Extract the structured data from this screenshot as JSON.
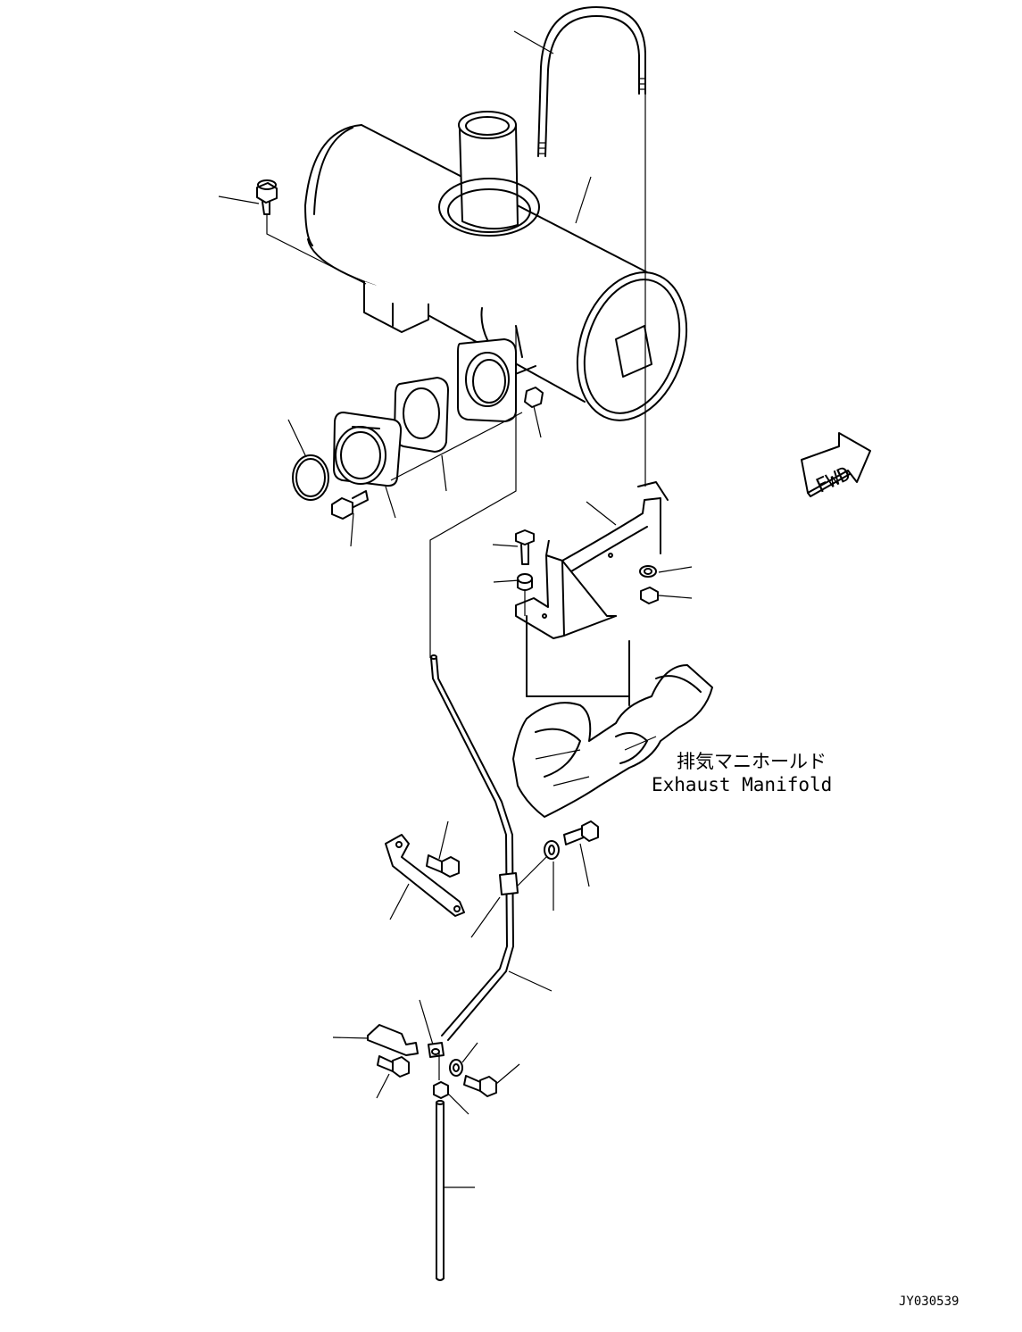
{
  "labels": {
    "manifold_jp": "排気マニホールド",
    "manifold_en": "Exhaust Manifold",
    "fwd": "FWD",
    "drawing_no": "JY030539"
  }
}
